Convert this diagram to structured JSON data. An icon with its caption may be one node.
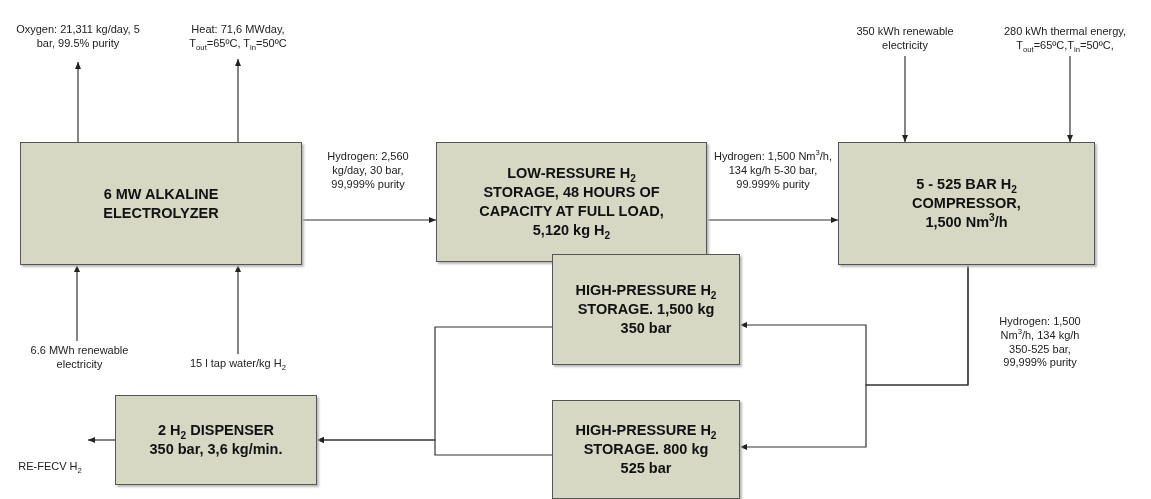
{
  "diagram": {
    "nodes": [
      {
        "text": [
          "6 MW ALKALINE ELECTROLYZER"
        ]
      },
      {
        "text": [
          "LOW-RESSURE H$_{2}$ STORAGE, 48 HOURS OF CAPACITY AT FULL LOAD, 5,120 kg H$_{2}$"
        ]
      },
      {
        "text": [
          "5 - 525 BAR H$_{2}$ COMPRESSOR, 1,500 Nm$^{3}$/h"
        ]
      },
      {
        "text": [
          "HIGH-PRESSURE H$_{2}$ STORAGE. 1,500 kg 350 bar"
        ]
      },
      {
        "text": [
          "HIGH-PRESSURE H$_{2}$ STORAGE. 800 kg 525 bar"
        ]
      },
      {
        "text": [
          "2 H$_{2}$ DISPENSER 350 bar, 3,6 kg/min."
        ]
      },
      {
        "text": [
          "Oxygen: 21,311 kg/day, 5 bar, 99.5% purity"
        ]
      },
      {
        "text": [
          "Heat: 71,6 MWday, T$_{out}$=65ºC, T$_{in}$=50ºC"
        ]
      },
      {
        "text": [
          "6.6 MWh renewable electricity"
        ]
      },
      {
        "text": [
          "15 l tap water/kg H$_{2}$"
        ]
      },
      {
        "text": [
          "350 kWh renewable electricity"
        ]
      },
      {
        "text": [
          "280 kWh thermal energy, T$_{out}$=65ºC,T$_{in}$=50ºC,"
        ]
      },
      {
        "text": [
          "RE-FECV H$_{2}$"
        ]
      }
    ],
    "edges": [
      {
        "from": 0,
        "to": 6,
        "arrow": "to"
      },
      {
        "from": 0,
        "to": 7,
        "arrow": "to"
      },
      {
        "from": 8,
        "to": 0,
        "arrow": "to"
      },
      {
        "from": 9,
        "to": 0,
        "arrow": "to"
      },
      {
        "from": 0,
        "to": 1,
        "arrow": "to",
        "label": "Hydrogen: 2,560 kg/day, 30 bar, 99,999% purity"
      },
      {
        "from": 1,
        "to": 2,
        "arrow": "to",
        "label": "Hydrogen: 1,500 Nm$^{3}$/h, 134 kg/h 5-30 bar, 99.999% purity"
      },
      {
        "from": 10,
        "to": 2,
        "arrow": "to"
      },
      {
        "from": 11,
        "to": 2,
        "arrow": "to"
      },
      {
        "from": 2,
        "to": 3,
        "arrow": "to",
        "label": "Hydrogen: 1,500 Nm$^{3}$/h, 134 kg/h 350-525 bar, 99,999% purity"
      },
      {
        "from": 2,
        "to": 4,
        "arrow": "to"
      },
      {
        "from": 3,
        "to": 5,
        "arrow": "to"
      },
      {
        "from": 4,
        "to": 5,
        "arrow": "to"
      },
      {
        "from": 5,
        "to": 12,
        "arrow": "to"
      }
    ]
  }
}
